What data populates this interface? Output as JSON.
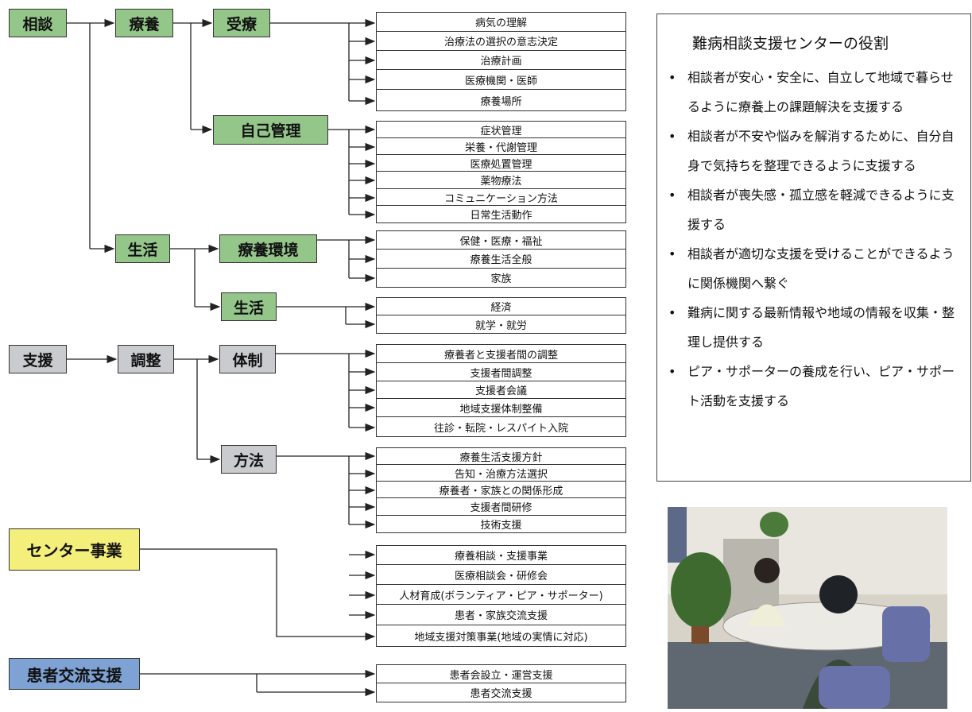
{
  "diagram": {
    "root_sodan": "相談",
    "ryoyo": "療養",
    "jyuryo": "受療",
    "jiko_kanri": "自己管理",
    "seikatsu_mid": "生活",
    "ryoyo_kankyo": "療養環境",
    "seikatsu_sub": "生活",
    "root_shien": "支援",
    "chosei": "調整",
    "taisei": "体制",
    "hoho": "方法",
    "center_jigyo": "センター事業",
    "kanja_koryu": "患者交流支援",
    "groups": [
      {
        "id": "jyuryo",
        "items": [
          "病気の理解",
          "治療法の選択の意志決定",
          "治療計画",
          "医療機関・医師",
          "療養場所"
        ]
      },
      {
        "id": "jiko",
        "items": [
          "症状管理",
          "栄養・代謝管理",
          "医療処置管理",
          "薬物療法",
          "コミュニケーション方法",
          "日常生活動作"
        ]
      },
      {
        "id": "kankyo",
        "items": [
          "保健・医療・福祉",
          "療養生活全般",
          "家族"
        ]
      },
      {
        "id": "seikatsu",
        "items": [
          "経済",
          "就学・就労"
        ]
      },
      {
        "id": "taisei",
        "items": [
          "療養者と支援者間の調整",
          "支援者間調整",
          "支援者会議",
          "地域支援体制整備",
          "往診・転院・レスパイト入院"
        ]
      },
      {
        "id": "hoho",
        "items": [
          "療養生活支援方針",
          "告知・治療方法選択",
          "療養者・家族との関係形成",
          "支援者間研修",
          "技術支援"
        ]
      },
      {
        "id": "center",
        "items": [
          "療養相談・支援事業",
          "医療相談会・研修会",
          "人材育成(ボランティア・ピア・サポーター)",
          "患者・家族交流支援",
          "地域支援対策事業(地域の実情に対応)"
        ]
      },
      {
        "id": "koryu",
        "items": [
          "患者会設立・運営支援",
          "患者交流支援"
        ]
      }
    ]
  },
  "info": {
    "title": "難病相談支援センターの役割",
    "bullets": [
      "相談者が安心・安全に、自立して地域で暮らせるように療養上の課題解決を支援する",
      "相談者が不安や悩みを解消するために、自分自身で気持ちを整理できるように支援する",
      "相談者が喪失感・孤立感を軽減できるように支援する",
      "相談者が適切な支援を受けることができるように関係機関へ繋ぐ",
      "難病に関する最新情報や地域の情報を収集・整理し提供する",
      "ピア・サポーターの養成を行い、ピア・サポート活動を支援する"
    ]
  },
  "colors": {
    "green": "#94c68a",
    "gray": "#c9cbcf",
    "yellow": "#f4ee7a",
    "blue": "#7ea2d4"
  }
}
